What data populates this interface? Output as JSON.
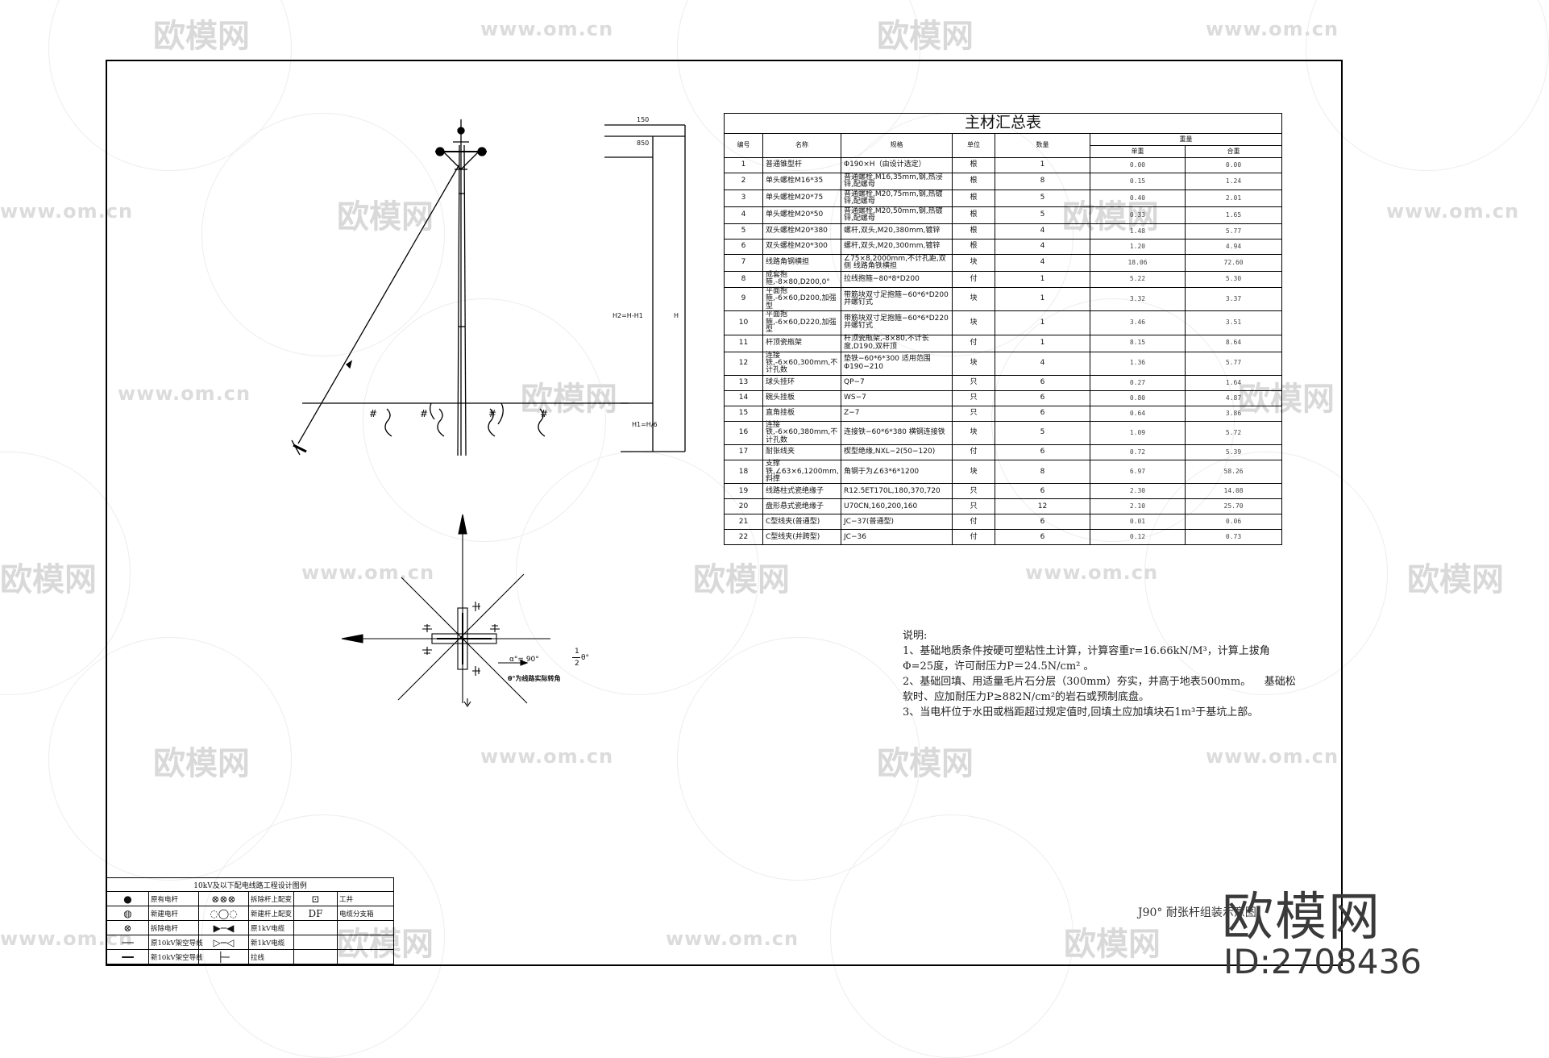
{
  "watermark": {
    "brand": "欧模网",
    "url": "www.om.cn"
  },
  "pole_drawing": {
    "dim_top": "150",
    "dim_second": "850",
    "dim_h2": "H2=H-H1",
    "dim_h": "H",
    "dim_h1": "H1=H/6"
  },
  "angle_diagram": {
    "angle_label": "α°= 90°",
    "fraction_num": "1",
    "fraction_den": "2",
    "theta": "θ°",
    "angle_note": "θ°为线路实际转角"
  },
  "material_table": {
    "title": "主材汇总表",
    "headers": {
      "no": "编号",
      "name": "名称",
      "spec": "规格",
      "unit": "单位",
      "qty": "数量",
      "weight": "重量",
      "unit_weight": "单重",
      "total_weight": "合重"
    },
    "rows": [
      {
        "no": "1",
        "name": "普通锥型杆",
        "spec": "Φ190×H（由设计选定）",
        "unit": "根",
        "qty": "1",
        "uw": "0.00",
        "tw": "0.00"
      },
      {
        "no": "2",
        "name": "单头螺栓M16*35",
        "spec": "普通螺栓,M16,35mm,钢,热浸锌,配螺母",
        "unit": "根",
        "qty": "8",
        "uw": "0.15",
        "tw": "1.24"
      },
      {
        "no": "3",
        "name": "单头螺栓M20*75",
        "spec": "普通螺栓,M20,75mm,钢,热镀锌,配螺母",
        "unit": "根",
        "qty": "5",
        "uw": "0.40",
        "tw": "2.01"
      },
      {
        "no": "4",
        "name": "单头螺栓M20*50",
        "spec": "普通螺栓,M20,50mm,钢,热镀锌,配螺母",
        "unit": "根",
        "qty": "5",
        "uw": "0.33",
        "tw": "1.65"
      },
      {
        "no": "5",
        "name": "双头螺栓M20*380",
        "spec": "螺杆,双头,M20,380mm,镀锌",
        "unit": "根",
        "qty": "4",
        "uw": "1.48",
        "tw": "5.77"
      },
      {
        "no": "6",
        "name": "双头螺栓M20*300",
        "spec": "螺杆,双头,M20,300mm,镀锌",
        "unit": "根",
        "qty": "4",
        "uw": "1.20",
        "tw": "4.94"
      },
      {
        "no": "7",
        "name": "线路角钢横担",
        "spec": "∠75×8,2000mm,不计孔距,双侧 线路角铁横担",
        "unit": "块",
        "qty": "4",
        "uw": "18.06",
        "tw": "72.60"
      },
      {
        "no": "8",
        "name": "成套抱箍,-8×80,D200,0°",
        "spec": "拉线抱箍−80*8*D200",
        "unit": "付",
        "qty": "1",
        "uw": "5.22",
        "tw": "5.30"
      },
      {
        "no": "9",
        "name": "平面抱箍,-6×60,D200,加强型",
        "spec": "带筋块双寸足抱箍−60*6*D200并螺钉式",
        "unit": "块",
        "qty": "1",
        "uw": "3.32",
        "tw": "3.37"
      },
      {
        "no": "10",
        "name": "平面抱箍,-6×60,D220,加强型",
        "spec": "带筋块双寸足抱箍−60*6*D220并螺钉式",
        "unit": "块",
        "qty": "1",
        "uw": "3.46",
        "tw": "3.51"
      },
      {
        "no": "11",
        "name": "杆顶瓷瓶架",
        "spec": "杆顶瓷瓶架,-8×80,不计长度,D190,双杆顶",
        "unit": "付",
        "qty": "1",
        "uw": "8.15",
        "tw": "8.64"
      },
      {
        "no": "12",
        "name": "连接铁,-6×60,300mm,不计孔数",
        "spec": "垫铁−60*6*300 适用范围Φ190−210",
        "unit": "块",
        "qty": "4",
        "uw": "1.36",
        "tw": "5.77"
      },
      {
        "no": "13",
        "name": "球头挂环",
        "spec": "QP−7",
        "unit": "只",
        "qty": "6",
        "uw": "0.27",
        "tw": "1.64"
      },
      {
        "no": "14",
        "name": "碗头挂板",
        "spec": "WS−7",
        "unit": "只",
        "qty": "6",
        "uw": "0.80",
        "tw": "4.87"
      },
      {
        "no": "15",
        "name": "直角挂板",
        "spec": "Z−7",
        "unit": "只",
        "qty": "6",
        "uw": "0.64",
        "tw": "3.86"
      },
      {
        "no": "16",
        "name": "连接铁,-6×60,380mm,不计孔数",
        "spec": "连接铁−60*6*380 横钢连接铁",
        "unit": "块",
        "qty": "5",
        "uw": "1.09",
        "tw": "5.72"
      },
      {
        "no": "17",
        "name": "耐张线夹",
        "spec": "楔型绝缘,NXL−2(50−120)",
        "unit": "付",
        "qty": "6",
        "uw": "0.72",
        "tw": "5.39"
      },
      {
        "no": "18",
        "name": "支撑铁,∠63×6,1200mm,斜撑",
        "spec": "角钢于为∠63*6*1200",
        "unit": "块",
        "qty": "8",
        "uw": "6.97",
        "tw": "58.26"
      },
      {
        "no": "19",
        "name": "线路柱式瓷绝缘子",
        "spec": "R12.5ET170L,180,370,720",
        "unit": "只",
        "qty": "6",
        "uw": "2.30",
        "tw": "14.08"
      },
      {
        "no": "20",
        "name": "盘形悬式瓷绝缘子",
        "spec": "U70CN,160,200,160",
        "unit": "只",
        "qty": "12",
        "uw": "2.10",
        "tw": "25.70"
      },
      {
        "no": "21",
        "name": "C型线夹(普通型)",
        "spec": "JC−37(普通型)",
        "unit": "付",
        "qty": "6",
        "uw": "0.01",
        "tw": "0.06"
      },
      {
        "no": "22",
        "name": "C型线夹(并跨型)",
        "spec": "JC−36",
        "unit": "付",
        "qty": "6",
        "uw": "0.12",
        "tw": "0.73"
      }
    ]
  },
  "notes": {
    "heading": "说明:",
    "line1": "1、基础地质条件按硬可塑粘性土计算，计算容重r=16.66kN/M³，计算上拔角",
    "line2": "Φ=25度，许可耐压力P＝24.5N/cm² 。",
    "line3": "2、基础回填、用适量毛片石分层（300mm）夯实，并高于地表500mm。    基础松",
    "line4": "软时、应加耐压力P≥882N/cm²的岩石或预制底盘。",
    "line5": "3、当电杆位于水田或档距超过规定值时,回填土应加填块石1m³于基坑上部。"
  },
  "legend": {
    "title": "10kV及以下配电线路工程设计图例",
    "rows": [
      {
        "s1": "●",
        "l1": "原有电杆",
        "s2": "⊗⊗⊗",
        "l2": "拆除杆上配变",
        "s3": "⊡",
        "l3": "工井"
      },
      {
        "s1": "◍",
        "l1": "新建电杆",
        "s2": "◌◯◌",
        "l2": "新建杆上配变",
        "s3": "DF",
        "l3": "电缆分支箱"
      },
      {
        "s1": "⊗",
        "l1": "拆除电杆",
        "s2": "▶─◀",
        "l2": "原1kV电缆",
        "s3": "",
        "l3": ""
      },
      {
        "s1": "──",
        "l1": "原10kV架空导线",
        "s2": "▷─◁",
        "l2": "新1kV电缆",
        "s3": "",
        "l3": ""
      },
      {
        "s1": "━━",
        "l1": "新10kV架空导线",
        "s2": "├─",
        "l2": "拉线",
        "s3": "",
        "l3": ""
      }
    ]
  },
  "drawing_title": "J90° 耐张杆组装示意图",
  "brand_mark": {
    "name": "欧模网",
    "id": "ID:2708436"
  }
}
